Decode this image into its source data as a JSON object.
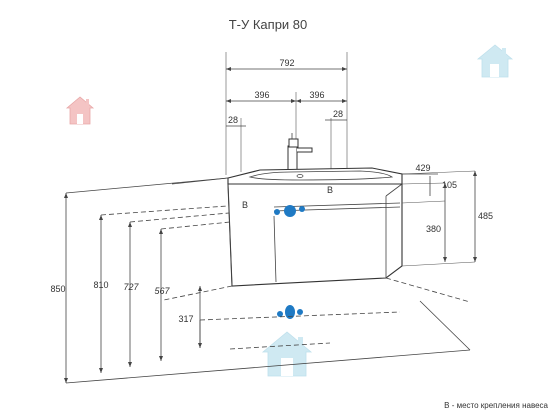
{
  "title": "Т-У Капри 80",
  "colors": {
    "accent_blue": "#1f7ac4",
    "house_pink": "#f4c4c4",
    "house_light": "#cfe9f2",
    "line": "#444444"
  },
  "dims": {
    "total_width": "792",
    "half_left": "396",
    "half_right": "396",
    "offset_left": "28",
    "offset_right": "28",
    "depth": "429",
    "top_height": "105",
    "front_height": "380",
    "cabinet_height": "485",
    "h_850": "850",
    "h_810": "810",
    "h_727": "727",
    "h_567": "567",
    "h_317": "317"
  },
  "labels": {
    "mount_b_left": "B",
    "mount_b_top": "B"
  },
  "note": "B - место крепления навеса",
  "icons": [
    "house-icon-pink",
    "house-icon-light-top",
    "house-icon-light-bottom",
    "mount-point-icon"
  ]
}
